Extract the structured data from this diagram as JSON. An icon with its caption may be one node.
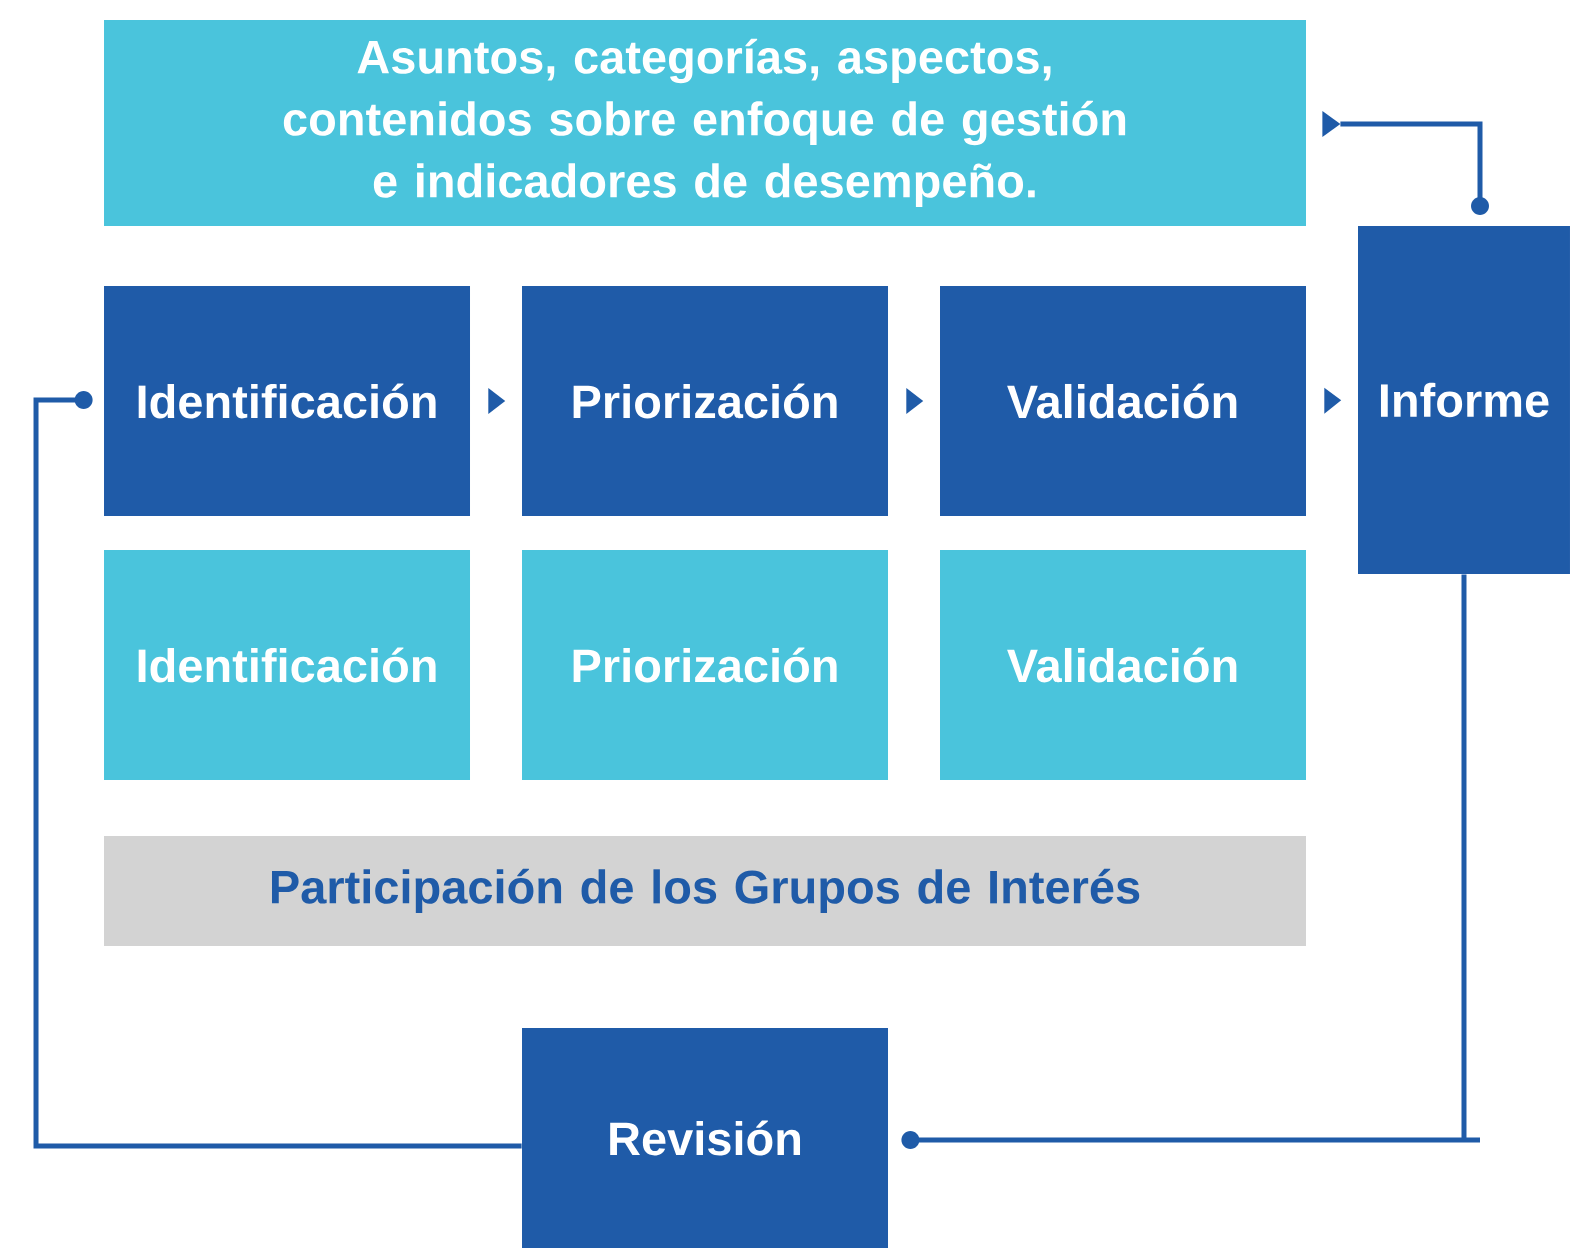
{
  "diagram": {
    "nodes": [
      {
        "text": [
          "Asuntos, categorías, aspectos, contenidos sobre enfoque de gestión e indicadores de desempeño."
        ]
      },
      {
        "text": [
          "Identificación"
        ]
      },
      {
        "text": [
          "Priorización"
        ]
      },
      {
        "text": [
          "Validación"
        ]
      },
      {
        "text": [
          "Informe"
        ]
      },
      {
        "text": [
          "Identificación"
        ]
      },
      {
        "text": [
          "Priorización"
        ]
      },
      {
        "text": [
          "Validación"
        ]
      },
      {
        "text": [
          "Participación de los Grupos de Interés"
        ]
      },
      {
        "text": [
          "Revisión"
        ]
      }
    ],
    "edges": [
      {
        "from": 1,
        "to": 2,
        "arrow": "to"
      },
      {
        "from": 2,
        "to": 3,
        "arrow": "to"
      },
      {
        "from": 3,
        "to": 4,
        "arrow": "to"
      },
      {
        "from": 0,
        "to": 4,
        "arrow": "to"
      },
      {
        "from": 4,
        "to": 9,
        "arrow": "other"
      },
      {
        "from": 9,
        "to": 1,
        "arrow": "other"
      }
    ]
  }
}
